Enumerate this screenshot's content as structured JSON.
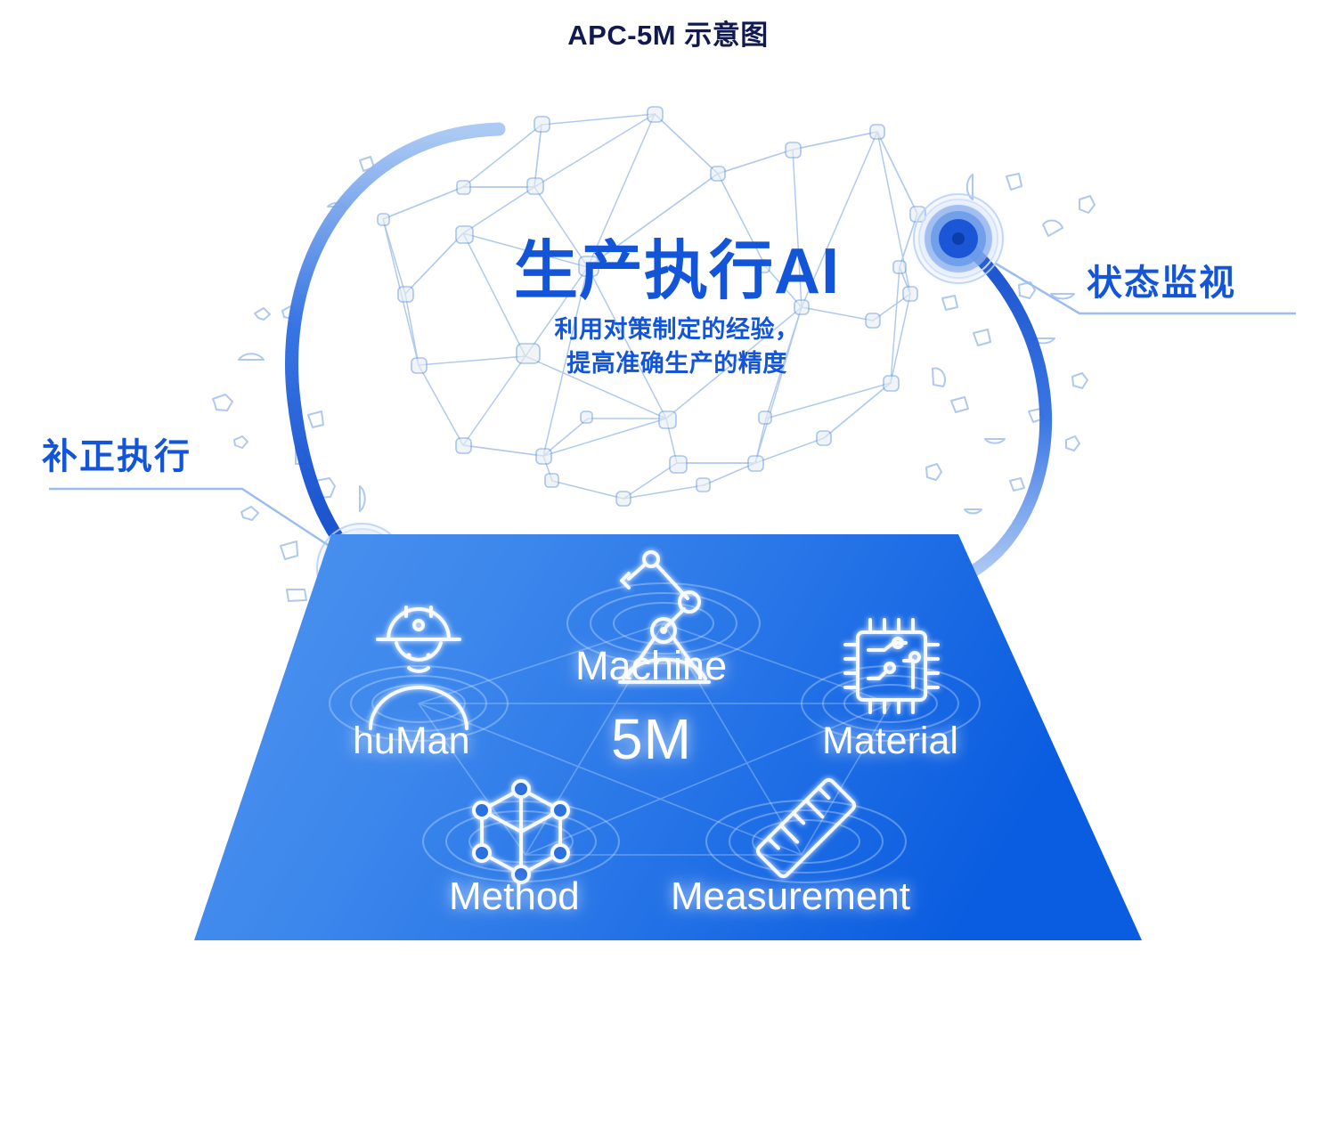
{
  "page": {
    "title": "APC-5M 示意图",
    "background": "#ffffff"
  },
  "hero": {
    "title": "生产执行AI",
    "subtitle_line1": "利用对策制定的经验，",
    "subtitle_line2": "提高准确生产的精度",
    "color": "#1355d8"
  },
  "callouts": [
    {
      "id": "left",
      "label": "补正执行",
      "color": "#1355d8"
    },
    {
      "id": "right",
      "label": "状态监视",
      "color": "#1355d8"
    }
  ],
  "platform": {
    "center_label": "5M",
    "gradient_from": "#4a92ee",
    "gradient_to": "#0a5ce0",
    "items": [
      {
        "key": "human",
        "label": "huMan",
        "icon": "worker-helmet-icon"
      },
      {
        "key": "machine",
        "label": "Machine",
        "icon": "robot-arm-icon"
      },
      {
        "key": "material",
        "label": "Material",
        "icon": "microchip-icon"
      },
      {
        "key": "method",
        "label": "Method",
        "icon": "cube-node-icon"
      },
      {
        "key": "measurement",
        "label": "Measurement",
        "icon": "ruler-icon"
      }
    ]
  },
  "decor": {
    "mesh_color": "#6f9fe0",
    "shard_color": "#8fb4e8",
    "arc_color": "#1355d8",
    "node_color": "#1a56d6"
  }
}
